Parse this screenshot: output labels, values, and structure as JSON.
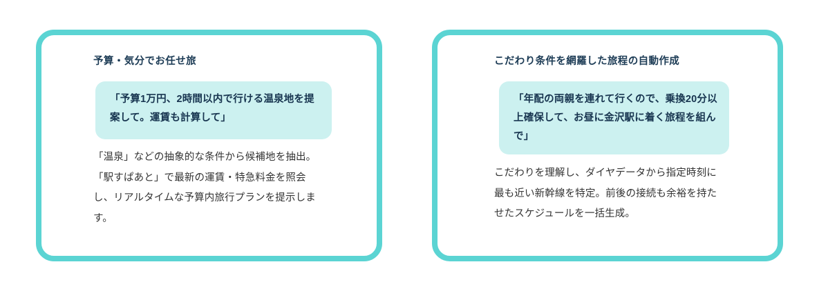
{
  "page": {
    "background_color": "#ffffff",
    "accent_border_color": "#5BD4D3",
    "quote_background_color": "#CCF1F0",
    "title_color": "#1C3B55",
    "body_color": "#333333"
  },
  "cards": [
    {
      "title": "予算・気分でお任せ旅",
      "quote": "「予算1万円、2時間以内で行ける温泉地を提案して。運賃も計算して」",
      "body": "「温泉」などの抽象的な条件から候補地を抽出。「駅すぱあと」で最新の運賃・特急料金を照会し、リアルタイムな予算内旅行プランを提示します。"
    },
    {
      "title": "こだわり条件を網羅した旅程の自動作成",
      "quote": "「年配の両親を連れて行くので、乗換20分以上確保して、お昼に金沢駅に着く旅程を組んで」",
      "body": "こだわりを理解し、ダイヤデータから指定時刻に最も近い新幹線を特定。前後の接続も余裕を持たせたスケジュールを一括生成。"
    }
  ]
}
